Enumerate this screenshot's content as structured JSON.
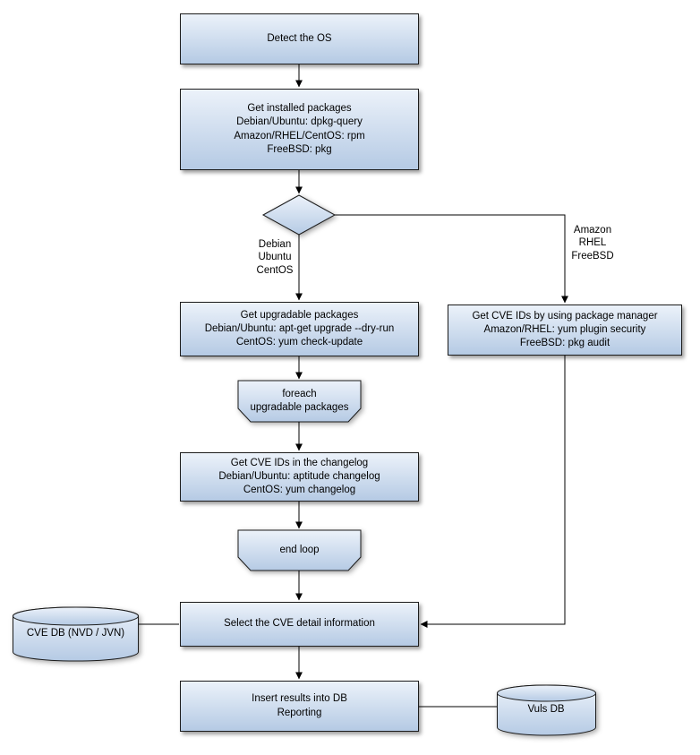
{
  "diagram": {
    "background": "#ffffff",
    "colors": {
      "node_fill_top": "#ecf2fa",
      "node_fill_bottom": "#b5cae4",
      "node_border": "#1c1c1c",
      "connector": "#000000",
      "text": "#000000"
    },
    "nodes": {
      "detect_os": {
        "lines": [
          "Detect the OS"
        ]
      },
      "get_installed": {
        "lines": [
          "Get installed packages",
          "Debian/Ubuntu: dpkg-query",
          "Amazon/RHEL/CentOS: rpm",
          "FreeBSD: pkg"
        ]
      },
      "branch_left": {
        "lines": [
          "Debian",
          "Ubuntu",
          "CentOS"
        ]
      },
      "branch_right": {
        "lines": [
          "Amazon",
          "RHEL",
          "FreeBSD"
        ]
      },
      "get_upgradable": {
        "lines": [
          "Get upgradable packages",
          "Debian/Ubuntu: apt-get upgrade --dry-run",
          "CentOS: yum check-update"
        ]
      },
      "get_cve_ids_pkg_manager": {
        "lines": [
          "Get CVE IDs by using package manager",
          "Amazon/RHEL: yum plugin security",
          "FreeBSD: pkg audit"
        ]
      },
      "foreach_loop": {
        "lines": [
          "foreach",
          "upgradable packages"
        ]
      },
      "get_cve_ids_changelog": {
        "lines": [
          "Get CVE IDs in the changelog",
          "Debian/Ubuntu: aptitude changelog",
          "CentOS: yum changelog"
        ]
      },
      "end_loop": {
        "lines": [
          "end loop"
        ]
      },
      "select_cve_detail": {
        "lines": [
          "Select the CVE detail information"
        ]
      },
      "insert_results": {
        "lines": [
          "Insert results into DB",
          "Reporting"
        ]
      },
      "cve_db": {
        "lines": [
          "CVE DB (NVD / JVN)"
        ]
      },
      "vuls_db": {
        "lines": [
          "Vuls DB"
        ]
      }
    }
  }
}
